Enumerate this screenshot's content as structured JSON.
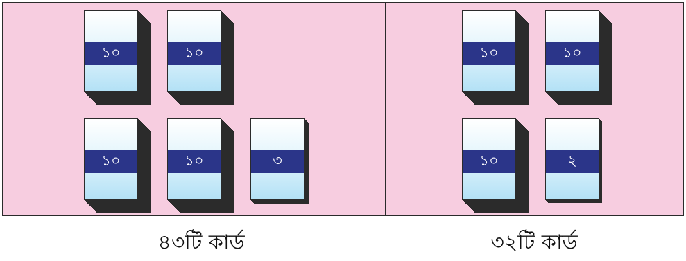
{
  "left_group": {
    "caption": "৪৩টি কার্ড",
    "bundles": [
      {
        "label": "১০",
        "size": 10
      },
      {
        "label": "১০",
        "size": 10
      },
      {
        "label": "১০",
        "size": 10
      },
      {
        "label": "১০",
        "size": 10
      },
      {
        "label": "৩",
        "size": 3
      }
    ]
  },
  "right_group": {
    "caption": "৩২টি কার্ড",
    "bundles": [
      {
        "label": "১০",
        "size": 10
      },
      {
        "label": "১০",
        "size": 10
      },
      {
        "label": "১০",
        "size": 10
      },
      {
        "label": "২",
        "size": 2
      }
    ]
  },
  "colors": {
    "panel_background": "#f7cde0",
    "label_band": "#2b3589",
    "card_gradient_bottom": "#b3e1f6"
  }
}
